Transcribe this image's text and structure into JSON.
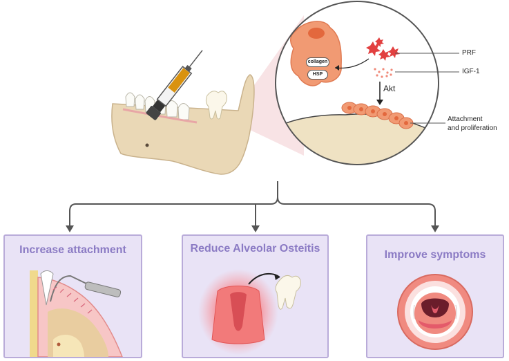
{
  "mechanism": {
    "prf_label": "PRF",
    "igf_label": "IGF-1",
    "akt_label": "Akt",
    "attachment_line1": "Attachment",
    "attachment_line2": "and proliferation",
    "collagen_label": "collagen",
    "hsp_label": "HSP"
  },
  "outcomes": [
    {
      "title": "Increase attachment"
    },
    {
      "title": "Reduce Alveolar Osteitis"
    },
    {
      "title": "Improve symptoms"
    }
  ],
  "colors": {
    "box_bg": "#e9e3f6",
    "box_border": "#b9abd9",
    "title_text": "#8b7bc4",
    "cell": "#f19a73",
    "bone": "#efe2c3"
  }
}
